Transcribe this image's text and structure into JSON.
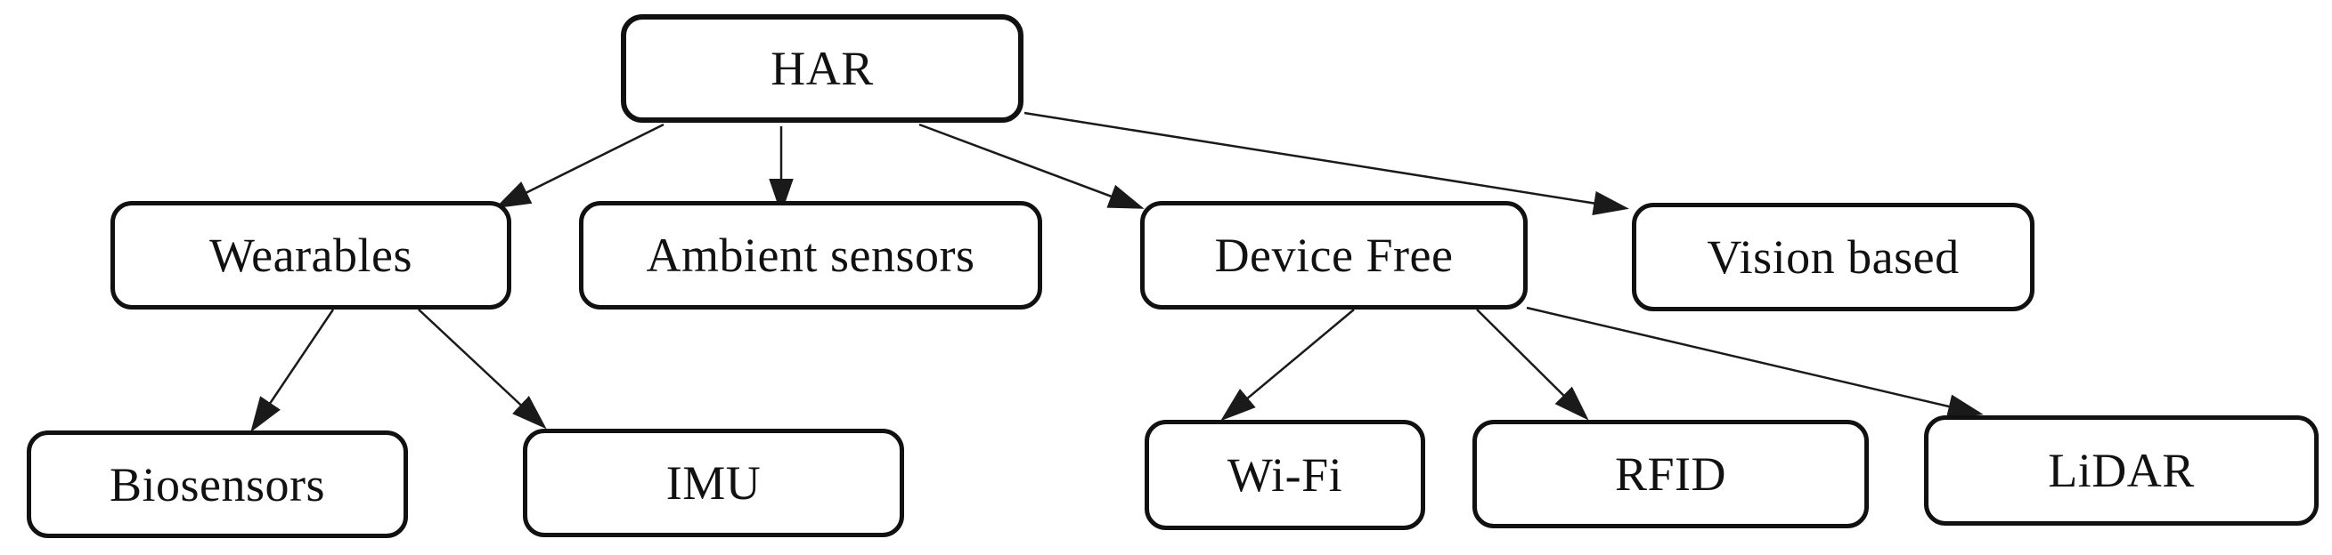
{
  "diagram": {
    "type": "tree",
    "nodes": {
      "har": {
        "label": "HAR"
      },
      "wearables": {
        "label": "Wearables"
      },
      "ambient": {
        "label": "Ambient sensors"
      },
      "device_free": {
        "label": "Device Free"
      },
      "vision": {
        "label": "Vision based"
      },
      "biosensors": {
        "label": "Biosensors"
      },
      "imu": {
        "label": "IMU"
      },
      "wifi": {
        "label": "Wi-Fi"
      },
      "rfid": {
        "label": "RFID"
      },
      "lidar": {
        "label": "LiDAR"
      }
    },
    "edges": [
      {
        "from": "har",
        "to": "wearables"
      },
      {
        "from": "har",
        "to": "ambient"
      },
      {
        "from": "har",
        "to": "device_free"
      },
      {
        "from": "har",
        "to": "vision"
      },
      {
        "from": "wearables",
        "to": "biosensors"
      },
      {
        "from": "wearables",
        "to": "imu"
      },
      {
        "from": "device_free",
        "to": "wifi"
      },
      {
        "from": "device_free",
        "to": "rfid"
      },
      {
        "from": "device_free",
        "to": "lidar"
      }
    ],
    "colors": {
      "background": "#ffffff",
      "box_fill": "#ffffff",
      "box_border": "#111111",
      "text": "#111111",
      "connector": "#1a1a1a"
    }
  }
}
